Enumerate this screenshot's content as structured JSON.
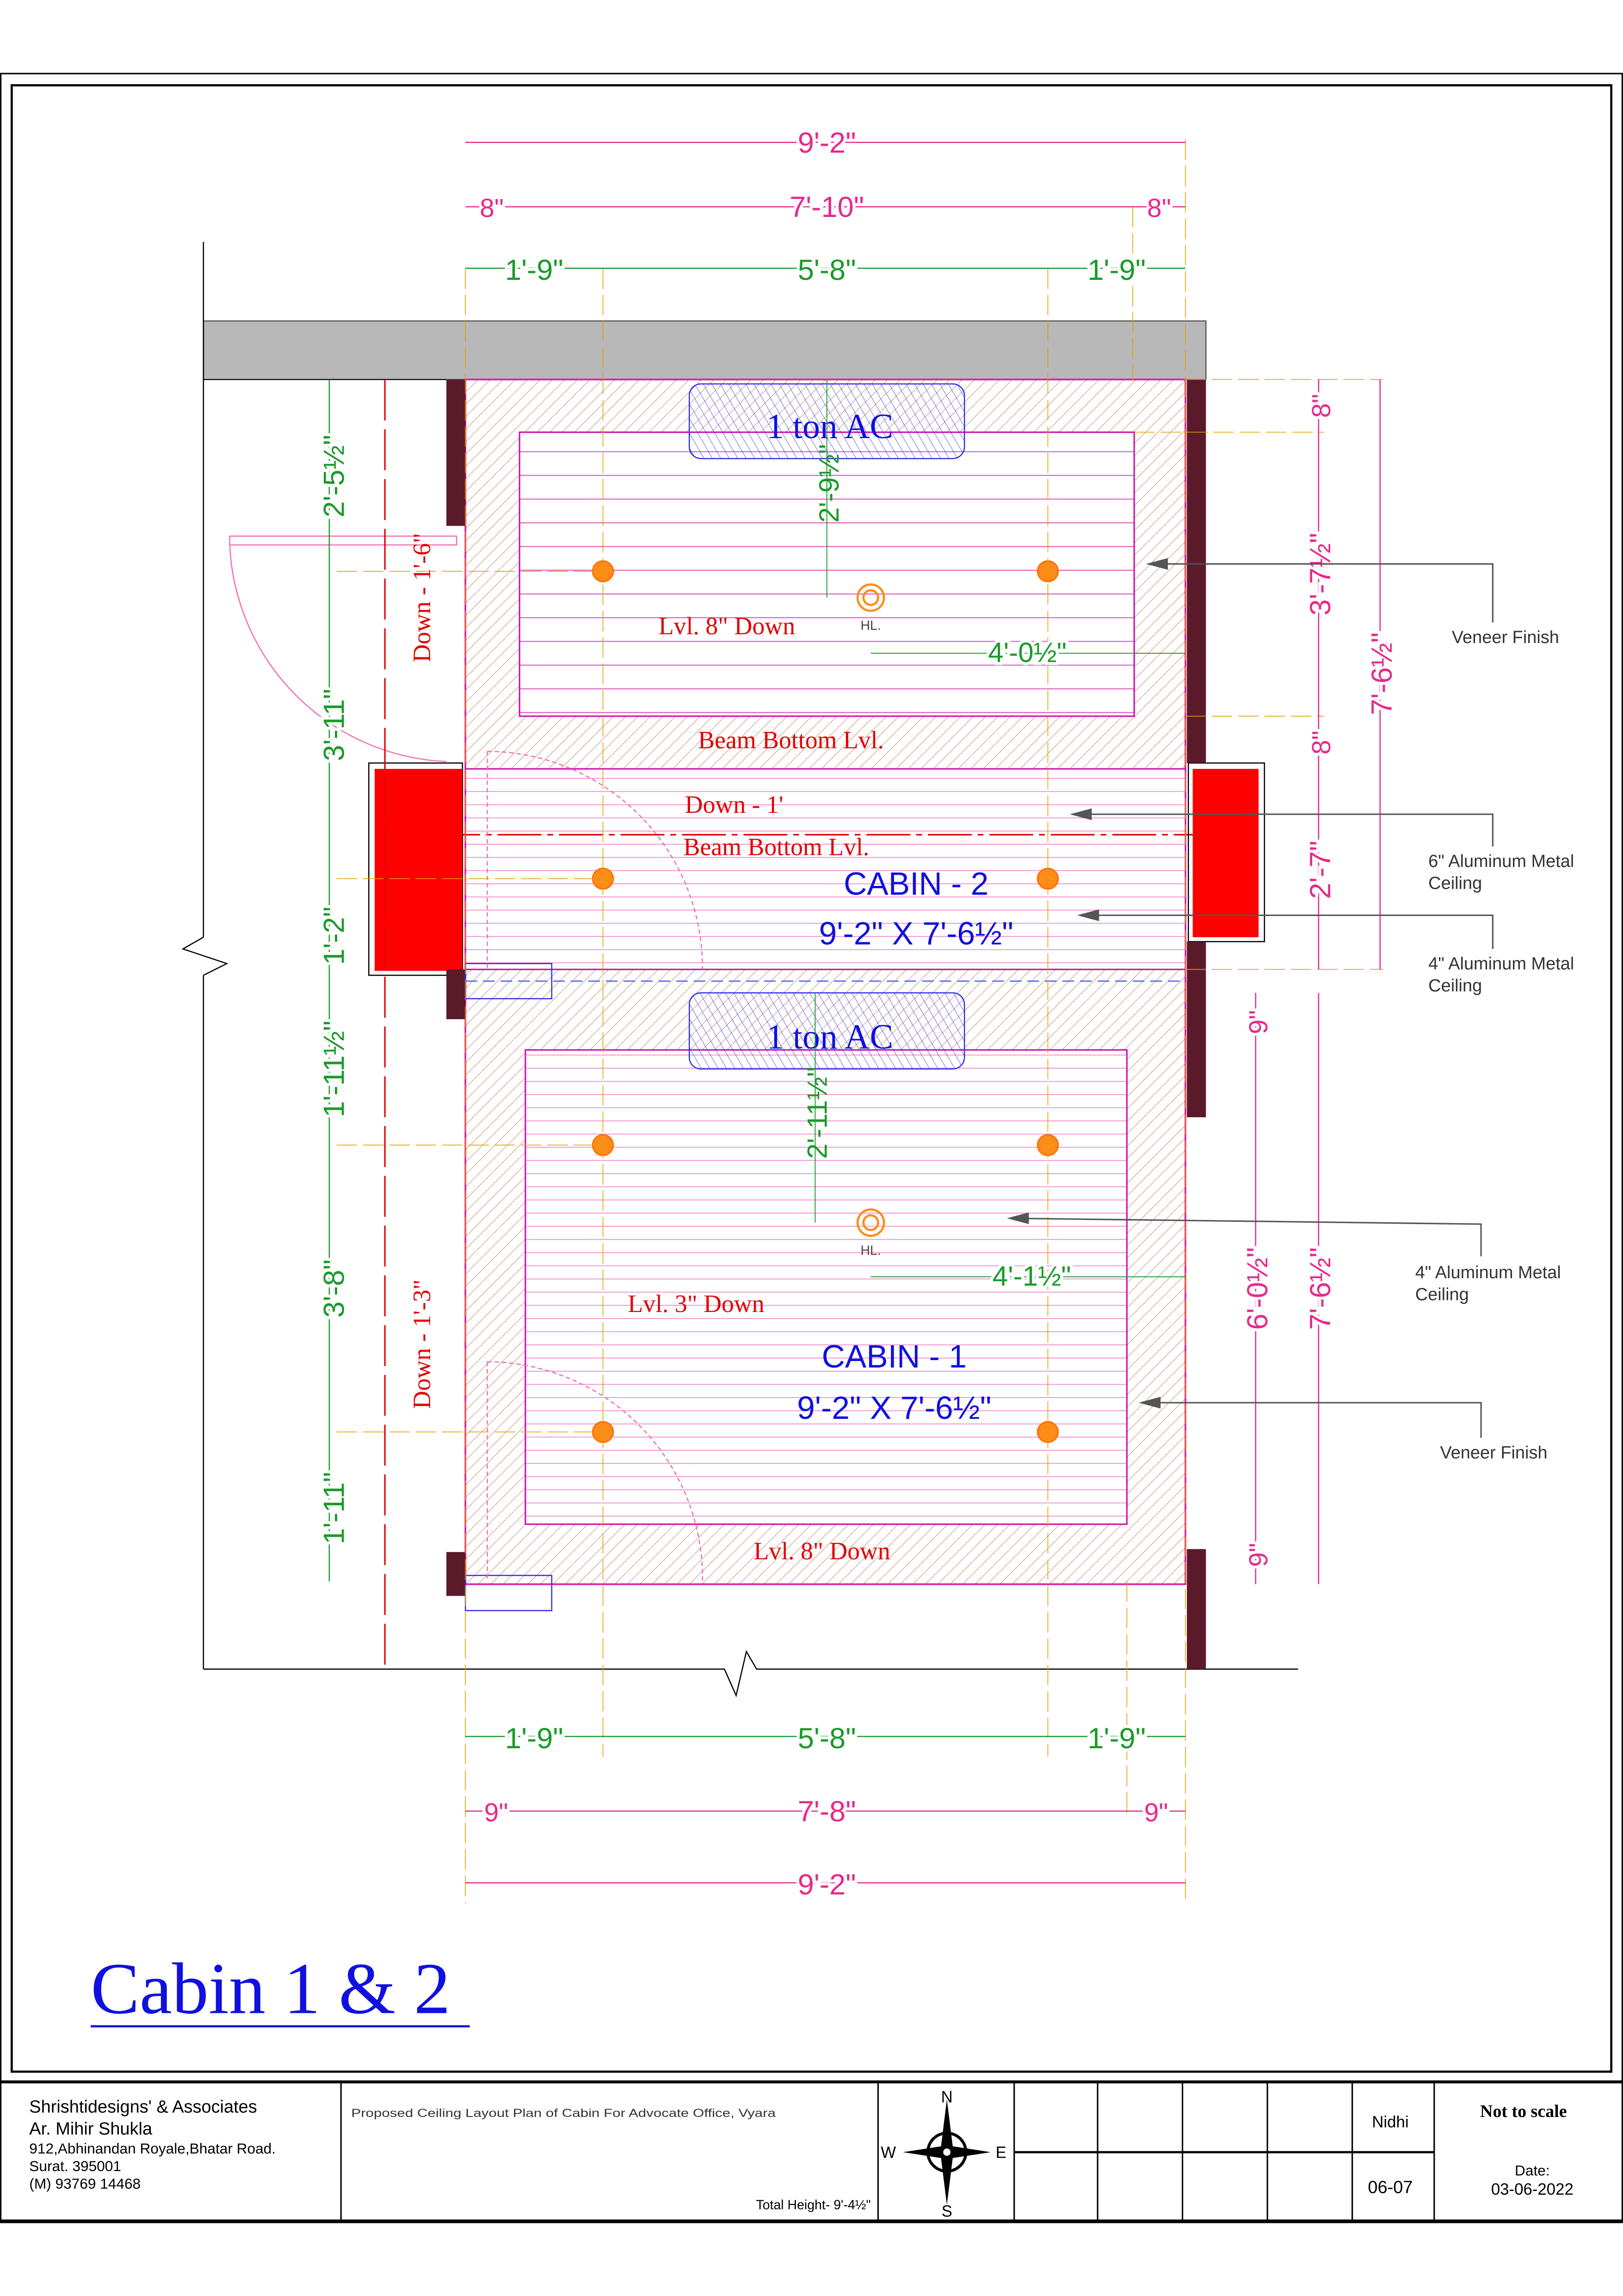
{
  "title": "Cabin 1 & 2",
  "dimensions": {
    "top_overall": "9'-2\"",
    "top_left": "8\"",
    "top_mid": "7'-10\"",
    "top_right": "8\"",
    "top_g_left": "1'-9\"",
    "top_g_mid": "5'-8\"",
    "top_g_right": "1'-9\"",
    "bot_g_left": "1'-9\"",
    "bot_g_mid": "5'-8\"",
    "bot_g_right": "1'-9\"",
    "bot_left": "9\"",
    "bot_mid": "7'-8\"",
    "bot_right": "9\"",
    "bot_overall": "9'-2\"",
    "left": [
      "2'-5½\"",
      "3'-11\"",
      "1'-2\"",
      "1'-11½\"",
      "3'-8\"",
      "1'-11\""
    ],
    "right_upper": [
      "8\"",
      "3'-7½\"",
      "8\"",
      "2'-7\""
    ],
    "right_upper_total": "7'-6½\"",
    "right_lower": [
      "9\"",
      "6'-0½\"",
      "9\""
    ],
    "right_lower_total": "7'-6½\"",
    "ac_upper_offset": "2'-9½\"",
    "hl_upper_offset": "4'-0½\"",
    "ac_lower_offset": "2'-11½\"",
    "hl_lower_offset": "4'-1½\""
  },
  "labels": {
    "ac": "1 ton AC",
    "hl": "HL.",
    "lvl_upper": "Lvl. 8\" Down",
    "beam1": "Beam Bottom Lvl.",
    "down1": "Down - 1'",
    "beam2": "Beam Bottom Lvl.",
    "cabin2_name": "CABIN - 2",
    "cabin2_size": "9'-2\" X 7'-6½\"",
    "lvl_lower": "Lvl. 3\" Down",
    "cabin1_name": "CABIN - 1",
    "cabin1_size": "9'-2\" X 7'-6½\"",
    "lvl_bottom": "Lvl. 8\" Down",
    "down_left_upper": "Down - 1'-6\"",
    "down_left_lower": "Down - 1'-3\""
  },
  "annotations": [
    {
      "line1": "Veneer Finish",
      "line2": ""
    },
    {
      "line1": "6\" Aluminum Metal",
      "line2": "Ceiling"
    },
    {
      "line1": "4\" Aluminum Metal",
      "line2": "Ceiling"
    },
    {
      "line1": "4\" Aluminum Metal",
      "line2": "Ceiling"
    },
    {
      "line1": "Veneer Finish",
      "line2": ""
    }
  ],
  "title_block": {
    "firm": "Shrishtidesigns' & Associates",
    "architect": "Ar. Mihir Shukla",
    "address1": "912,Abhinandan Royale,Bhatar Road.",
    "address2": "Surat. 395001",
    "phone": "(M) 93769 14468",
    "project": "Proposed Ceiling Layout Plan of Cabin For Advocate Office, Vyara",
    "total_height": "Total Height- 9'-4½\"",
    "compass": {
      "n": "N",
      "s": "S",
      "e": "E",
      "w": "W"
    },
    "drawn_by": "Nidhi",
    "sheet_no": "06-07",
    "scale": "Not  to scale",
    "date_label": "Date:",
    "date": "03-06-2022"
  },
  "colors": {
    "dim_pink": "#e8288c",
    "dim_green": "#1a9a2a",
    "label_red": "#e00000",
    "label_blue": "#1010e0",
    "light_orange": "#ff8c1a"
  }
}
